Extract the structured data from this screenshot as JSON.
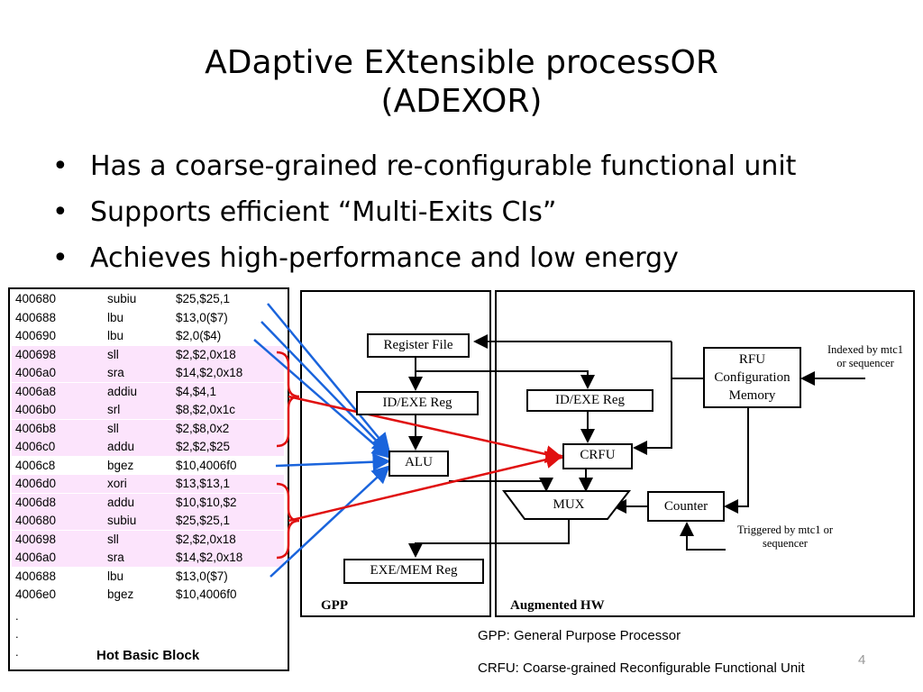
{
  "title": {
    "line1": "ADaptive EXtensible processOR",
    "line2": "(ADEXOR)"
  },
  "bullets": [
    "Has a coarse-grained re-configurable functional unit",
    "Supports efficient “Multi-Exits CIs”",
    "Achieves high-performance and low energy"
  ],
  "bullet_glyph": "•",
  "code": {
    "rows": [
      {
        "addr": "400680",
        "op": "subiu",
        "args": "$25,$25,1",
        "highlight": false
      },
      {
        "addr": "400688",
        "op": "lbu",
        "args": "$13,0($7)",
        "highlight": false
      },
      {
        "addr": "400690",
        "op": "lbu",
        "args": "$2,0($4)",
        "highlight": false
      },
      {
        "addr": "400698",
        "op": "sll",
        "args": "$2,$2,0x18",
        "highlight": true
      },
      {
        "addr": "4006a0",
        "op": "sra",
        "args": "$14,$2,0x18",
        "highlight": true
      },
      {
        "addr": "4006a8",
        "op": "addiu",
        "args": "$4,$4,1",
        "highlight": true
      },
      {
        "addr": "4006b0",
        "op": "srl",
        "args": "$8,$2,0x1c",
        "highlight": true
      },
      {
        "addr": "4006b8",
        "op": "sll",
        "args": "$2,$8,0x2",
        "highlight": true
      },
      {
        "addr": "4006c0",
        "op": "addu",
        "args": "$2,$2,$25",
        "highlight": true
      },
      {
        "addr": "4006c8",
        "op": "bgez",
        "args": "$10,4006f0",
        "highlight": false
      },
      {
        "addr": "4006d0",
        "op": "xori",
        "args": "$13,$13,1",
        "highlight": true
      },
      {
        "addr": "4006d8",
        "op": "addu",
        "args": "$10,$10,$2",
        "highlight": true
      },
      {
        "addr": "400680",
        "op": "subiu",
        "args": "$25,$25,1",
        "highlight": true
      },
      {
        "addr": "400698",
        "op": "sll",
        "args": "$2,$2,0x18",
        "highlight": true
      },
      {
        "addr": "4006a0",
        "op": "sra",
        "args": "$14,$2,0x18",
        "highlight": true
      },
      {
        "addr": "400688",
        "op": "lbu",
        "args": "$13,0($7)",
        "highlight": false
      },
      {
        "addr": "4006e0",
        "op": "bgez",
        "args": "$10,4006f0",
        "highlight": false
      }
    ],
    "ellipsis": [
      ".",
      ".",
      "."
    ],
    "caption": "Hot Basic Block"
  },
  "diagram": {
    "register_file": "Register File",
    "id_exe_reg_gpp": "ID/EXE Reg",
    "alu": "ALU",
    "exe_mem_reg": "EXE/MEM Reg",
    "id_exe_reg_aug": "ID/EXE Reg",
    "crfu": "CRFU",
    "mux": "MUX",
    "counter": "Counter",
    "rfu_config": [
      "RFU",
      "Configuration",
      "Memory"
    ],
    "indexed_note": [
      "Indexed by mtc1",
      "or sequencer"
    ],
    "triggered_note": [
      "Triggered by mtc1 or",
      "sequencer"
    ],
    "gpp_label": "GPP",
    "aug_label": "Augmented HW"
  },
  "footnotes": {
    "gpp": "GPP: General Purpose Processor",
    "crfu": "CRFU: Coarse-grained Reconfigurable Functional Unit"
  },
  "page_number": "4",
  "colors": {
    "highlight_row": "#fce4fc",
    "blue_arrow": "#1a64dc",
    "red_arrow": "#e01010"
  }
}
